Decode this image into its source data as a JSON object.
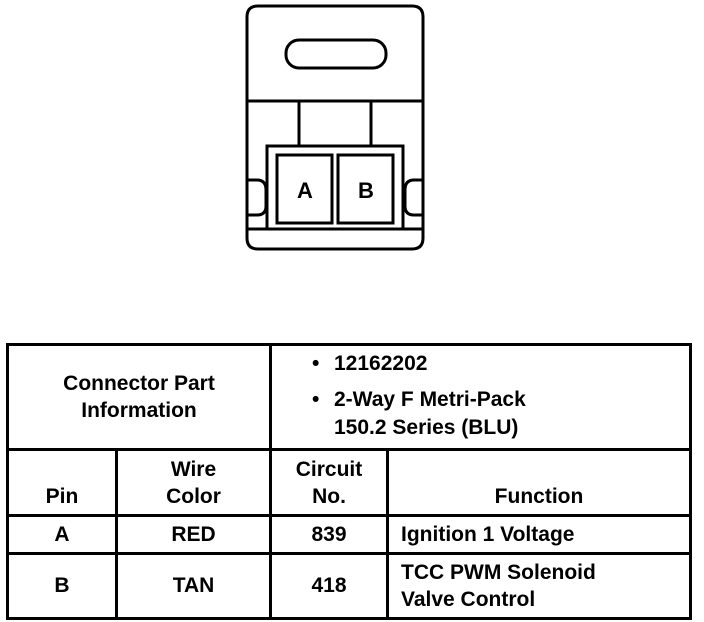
{
  "connector": {
    "pins": [
      "A",
      "B"
    ]
  },
  "table": {
    "part_label_line1": "Connector Part",
    "part_label_line2": "Information",
    "part_numbers": [
      {
        "bullet": "•",
        "line1": "12162202",
        "line2": ""
      },
      {
        "bullet": "•",
        "line1": "2-Way F Metri-Pack",
        "line2": "150.2 Series (BLU)"
      }
    ],
    "headers": {
      "pin": "Pin",
      "wire_color_line1": "Wire",
      "wire_color_line2": "Color",
      "circuit_line1": "Circuit",
      "circuit_line2": "No.",
      "function": "Function"
    },
    "rows": [
      {
        "pin": "A",
        "color": "RED",
        "circuit": "839",
        "function_line1": "Ignition 1 Voltage",
        "function_line2": ""
      },
      {
        "pin": "B",
        "color": "TAN",
        "circuit": "418",
        "function_line1": "TCC PWM Solenoid",
        "function_line2": "Valve Control"
      }
    ]
  }
}
